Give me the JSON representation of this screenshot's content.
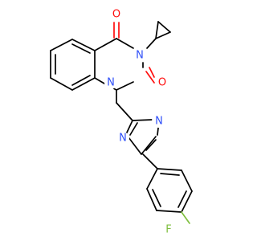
{
  "molecule": {
    "atoms": {
      "o_top": {
        "symbol": "O",
        "color": "#ff0d0d"
      },
      "n3": {
        "symbol": "N",
        "color": "#3050f8"
      },
      "o_c2": {
        "symbol": "O",
        "color": "#ff0d0d"
      },
      "n1": {
        "symbol": "N",
        "color": "#3050f8"
      },
      "n_ox_top": {
        "symbol": "N",
        "color": "#3050f8"
      },
      "o_ox": {
        "symbol": "O",
        "color": "#ff0d0d"
      },
      "n_ox_bot": {
        "symbol": "N",
        "color": "#3050f8"
      },
      "f": {
        "symbol": "F",
        "color": "#7fbf3f"
      }
    }
  }
}
